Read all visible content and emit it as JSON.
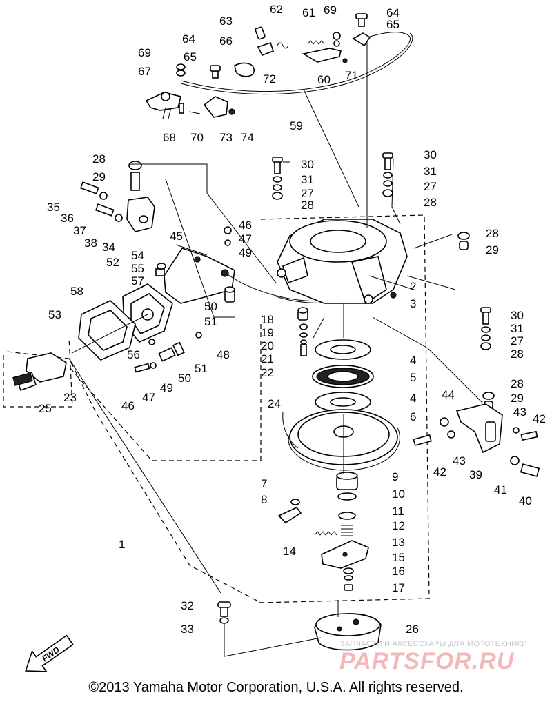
{
  "copyright": "©2013 Yamaha Motor Corporation, U.S.A. All rights reserved.",
  "fwd_label": "FWD",
  "watermark": {
    "tagline": "ЗАПЧАСТИ И АКСЕССУАРЫ ДЛЯ МОТОТЕХНИКИ",
    "logo": "PARTSFOR.RU"
  },
  "callouts": {
    "c1": "1",
    "c2": "2",
    "c3": "3",
    "c4a": "4",
    "c4b": "4",
    "c5": "5",
    "c6": "6",
    "c7": "7",
    "c8": "8",
    "c9": "9",
    "c10": "10",
    "c11": "11",
    "c12": "12",
    "c13": "13",
    "c14": "14",
    "c15": "15",
    "c16": "16",
    "c17": "17",
    "c18": "18",
    "c19": "19",
    "c20": "20",
    "c21": "21",
    "c22": "22",
    "c23": "23",
    "c24": "24",
    "c25": "25",
    "c26": "26",
    "c27a": "27",
    "c27b": "27",
    "c27c": "27",
    "c28a": "28",
    "c28b": "28",
    "c28c": "28",
    "c28d": "28",
    "c28e": "28",
    "c28f": "28",
    "c29a": "29",
    "c29b": "29",
    "c29c": "29",
    "c30a": "30",
    "c30b": "30",
    "c30c": "30",
    "c31a": "31",
    "c31b": "31",
    "c31c": "31",
    "c32": "32",
    "c33": "33",
    "c34": "34",
    "c35": "35",
    "c36": "36",
    "c37": "37",
    "c38": "38",
    "c39": "39",
    "c40": "40",
    "c41": "41",
    "c42a": "42",
    "c42b": "42",
    "c43a": "43",
    "c43b": "43",
    "c44": "44",
    "c45": "45",
    "c46a": "46",
    "c46b": "46",
    "c47a": "47",
    "c47b": "47",
    "c48": "48",
    "c49a": "49",
    "c49b": "49",
    "c50a": "50",
    "c50b": "50",
    "c51a": "51",
    "c51b": "51",
    "c52": "52",
    "c53": "53",
    "c54": "54",
    "c55": "55",
    "c56": "56",
    "c57": "57",
    "c58": "58",
    "c59": "59",
    "c60": "60",
    "c61": "61",
    "c62": "62",
    "c63": "63",
    "c64a": "64",
    "c64b": "64",
    "c65a": "65",
    "c65b": "65",
    "c66": "66",
    "c67": "67",
    "c68": "68",
    "c69a": "69",
    "c69b": "69",
    "c70": "70",
    "c71": "71",
    "c72": "72",
    "c73": "73",
    "c74": "74"
  }
}
